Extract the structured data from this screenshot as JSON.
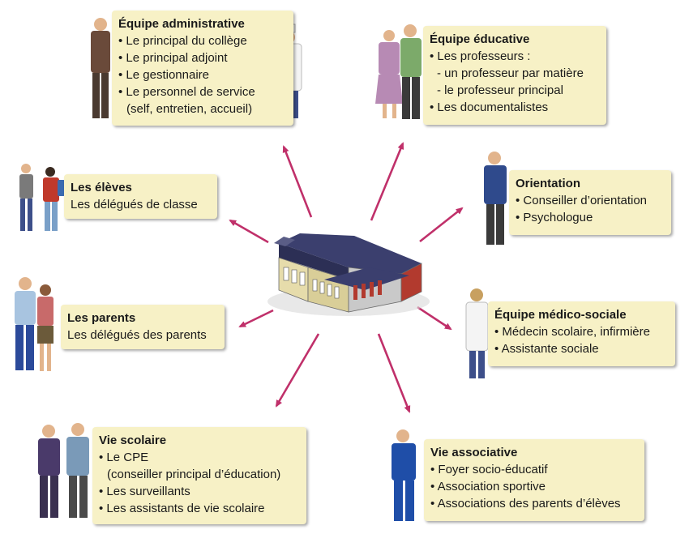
{
  "center": {
    "icon": "school-building-icon"
  },
  "boxes": {
    "admin": {
      "title": "Équipe administrative",
      "items": [
        "Le principal du collège",
        "Le principal adjoint",
        "Le gestionnaire",
        "Le personnel de service"
      ],
      "continuation": "(self, entretien, accueil)"
    },
    "educ": {
      "title": "Équipe éducative",
      "item1": "Les professeurs :",
      "sub1": "- un professeur par matière",
      "sub2": "- le professeur principal",
      "item2": "Les documentalistes"
    },
    "eleves": {
      "title": "Les élèves",
      "text": "Les délégués de classe"
    },
    "orientation": {
      "title": "Orientation",
      "items": [
        "Conseiller d’orientation",
        "Psychologue"
      ]
    },
    "parents": {
      "title": "Les parents",
      "text": "Les délégués des parents"
    },
    "medico": {
      "title": "Équipe médico-sociale",
      "items": [
        "Médecin scolaire, infirmière",
        "Assistante sociale"
      ]
    },
    "vie_scolaire": {
      "title": "Vie scolaire",
      "item1": "Le CPE",
      "continuation": "(conseiller principal d’éducation)",
      "item2": "Les surveillants",
      "item3": "Les assistants de vie scolaire"
    },
    "vie_asso": {
      "title": "Vie associative",
      "items": [
        "Foyer socio-éducatif",
        "Association sportive",
        "Associations des parents d’élèves"
      ]
    }
  },
  "colors": {
    "box_bg": "#f7f1c6",
    "arrow": "#c0306a",
    "text": "#1a1a1a"
  }
}
